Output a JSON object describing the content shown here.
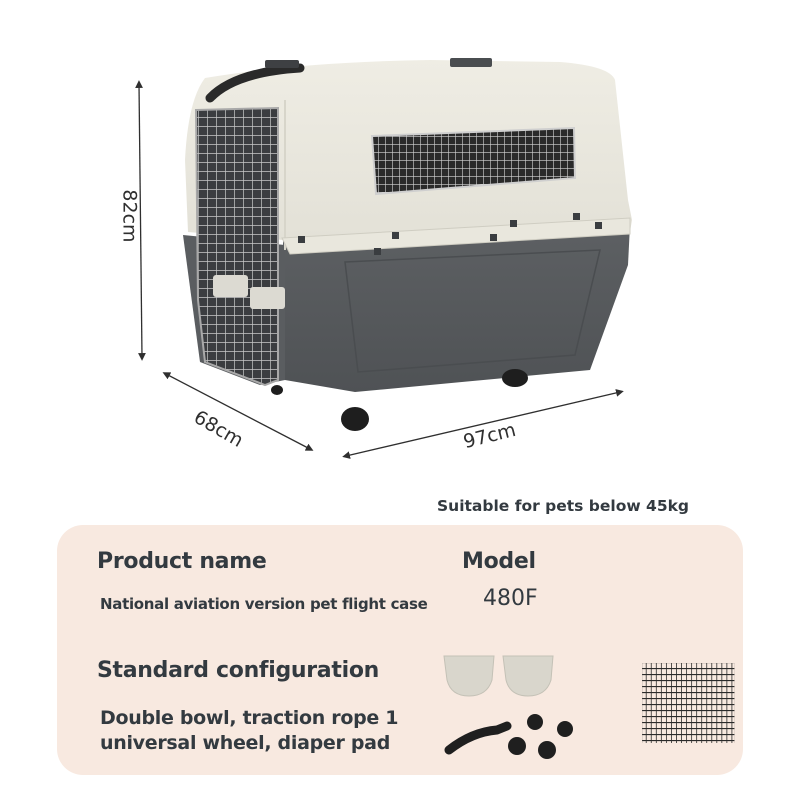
{
  "dimensions": {
    "height": "82cm",
    "depth": "68cm",
    "width": "97cm"
  },
  "suitability_note": "Suitable for pets below 45kg",
  "info": {
    "product_name_label": "Product name",
    "product_name_value": "National aviation version pet flight case",
    "model_label": "Model",
    "model_value": "480F",
    "config_label": "Standard configuration",
    "config_value_line1": "Double bowl, traction rope 1",
    "config_value_line2": "universal wheel, diaper pad"
  },
  "images": {
    "main": "pet-flight-crate-icon",
    "accessories": [
      "bowl-icon",
      "bowl-icon",
      "traction-rope-icon",
      "wheel-icon",
      "wheel-icon",
      "wheel-icon",
      "wheel-icon",
      "diaper-pad-grid-icon"
    ]
  },
  "colors": {
    "panel_bg": "#f8e9e0",
    "crate_top": "#e8e6dc",
    "crate_bottom": "#55585b",
    "text": "#333a40"
  }
}
